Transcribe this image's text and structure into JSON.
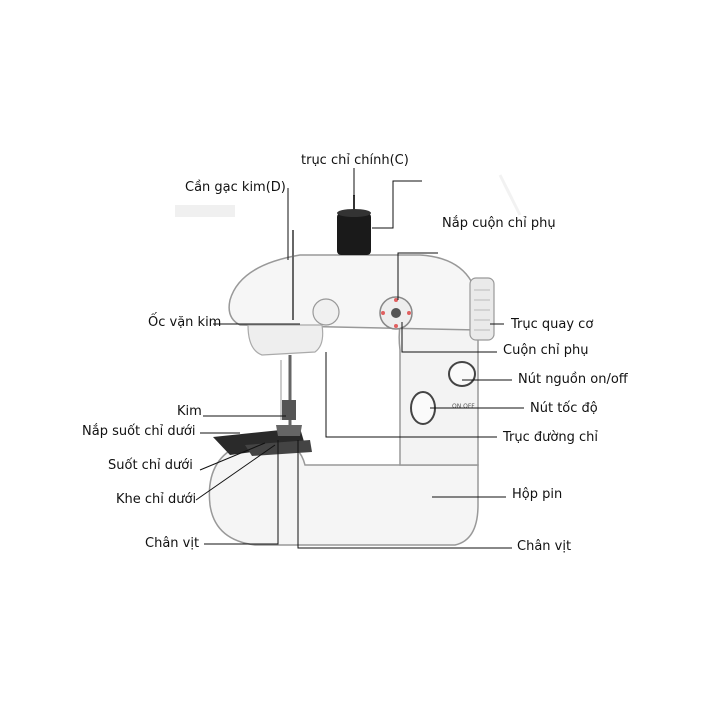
{
  "labels": {
    "truc_chi_chinh": "trục chỉ chính(C)",
    "can_gac_kim": "Cần gạc kim(D)",
    "nap_cuon_chi_phu": "Nắp cuộn chỉ phụ",
    "oc_van_kim": "Ốc vặn kim",
    "truc_quay_co": "Trục quay cơ",
    "cuon_chi_phu": "Cuộn chỉ phụ",
    "nut_nguon": "Nút nguồn on/off",
    "kim": "Kim",
    "nut_toc_do": "Nút tốc độ",
    "nap_suot_chi_duoi": "Nắp suốt chỉ dưới",
    "truc_duong_chi": "Trục đường chỉ",
    "suot_chi_duoi": "Suốt chỉ dưới",
    "hop_pin": "Hộp pin",
    "khe_chi_duoi": "Khe chỉ dưới",
    "chan_vit_left": "Chân vịt",
    "chan_vit_right": "Chân vịt"
  },
  "colors": {
    "machine_body": "#f4f4f4",
    "machine_outline": "#9a9a9a",
    "spool": "#1a1a1a",
    "plate": "#2a2a2a",
    "leader_line": "#111111"
  }
}
